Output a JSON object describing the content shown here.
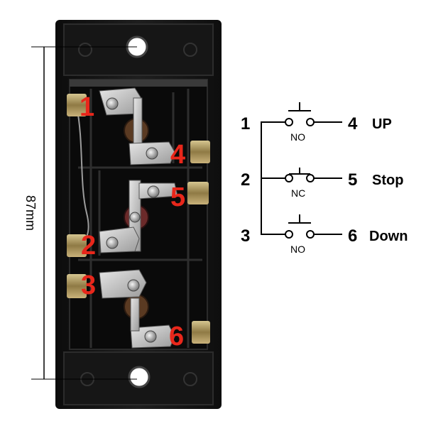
{
  "dimension": {
    "label": "87mm"
  },
  "photo": {
    "terminal_labels": [
      "1",
      "4",
      "5",
      "2",
      "3",
      "6"
    ],
    "label_color": "#e8271b"
  },
  "schematic": {
    "rows": [
      {
        "left": "1",
        "right": "4",
        "name": "UP",
        "type": "NO"
      },
      {
        "left": "2",
        "right": "5",
        "name": "Stop",
        "type": "NC"
      },
      {
        "left": "3",
        "right": "6",
        "name": "Down",
        "type": "NO"
      }
    ]
  }
}
